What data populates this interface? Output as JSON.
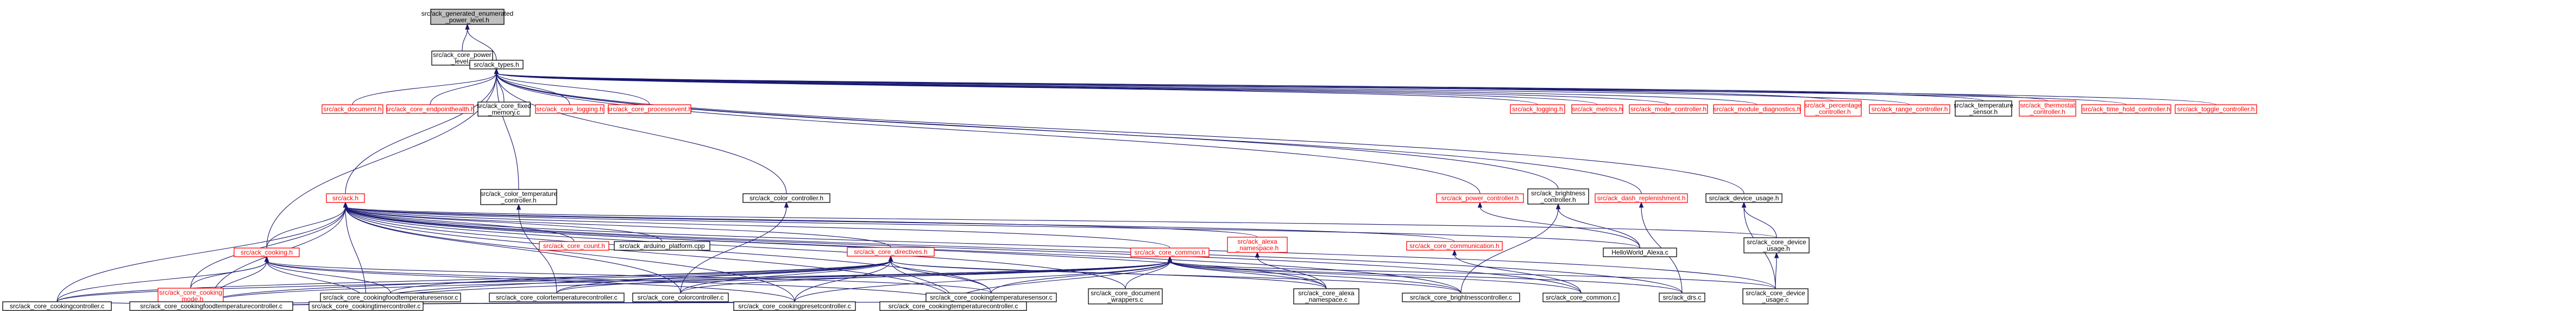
{
  "graph": {
    "nodes": [
      {
        "id": "root",
        "lines": [
          "src/ack_generated_enumerated",
          "_power_level.h"
        ],
        "kind": "root"
      },
      {
        "id": "ack_core_power_level_c",
        "lines": [
          "src/ack_core_power",
          "_level.c"
        ],
        "kind": "plain"
      },
      {
        "id": "ack_types_h",
        "lines": [
          "src/ack_types.h"
        ],
        "kind": "plain"
      },
      {
        "id": "ack_h",
        "lines": [
          "src/ack.h"
        ],
        "kind": "missing"
      },
      {
        "id": "ack_document_h",
        "lines": [
          "src/ack_document.h"
        ],
        "kind": "missing"
      },
      {
        "id": "ack_core_endpointhealth_h",
        "lines": [
          "src/ack_core_endpointhealth.h"
        ],
        "kind": "missing"
      },
      {
        "id": "ack_core_fixed_memory_c",
        "lines": [
          "src/ack_core_fixed",
          "_memory.c"
        ],
        "kind": "plain"
      },
      {
        "id": "ack_core_logging_h",
        "lines": [
          "src/ack_core_logging.h"
        ],
        "kind": "missing"
      },
      {
        "id": "ack_core_processevent_h",
        "lines": [
          "src/ack_core_processevent.h"
        ],
        "kind": "missing"
      },
      {
        "id": "ack_logging_h",
        "lines": [
          "src/ack_logging.h"
        ],
        "kind": "missing"
      },
      {
        "id": "ack_metrics_h",
        "lines": [
          "src/ack_metrics.h"
        ],
        "kind": "missing"
      },
      {
        "id": "ack_mode_controller_h",
        "lines": [
          "src/ack_mode_controller.h"
        ],
        "kind": "missing"
      },
      {
        "id": "ack_module_diagnostics_h",
        "lines": [
          "src/ack_module_diagnostics.h"
        ],
        "kind": "missing"
      },
      {
        "id": "ack_percentage_controller_h",
        "lines": [
          "src/ack_percentage",
          "_controller.h"
        ],
        "kind": "missing"
      },
      {
        "id": "ack_range_controller_h",
        "lines": [
          "src/ack_range_controller.h"
        ],
        "kind": "missing"
      },
      {
        "id": "ack_temperature_sensor_h",
        "lines": [
          "src/ack_temperature",
          "_sensor.h"
        ],
        "kind": "plain"
      },
      {
        "id": "ack_thermostat_controller_h",
        "lines": [
          "src/ack_thermostat",
          "_controller.h"
        ],
        "kind": "missing"
      },
      {
        "id": "ack_time_hold_controller_h",
        "lines": [
          "src/ack_time_hold_controller.h"
        ],
        "kind": "missing"
      },
      {
        "id": "ack_toggle_controller_h",
        "lines": [
          "src/ack_toggle_controller.h"
        ],
        "kind": "missing"
      },
      {
        "id": "ack_color_temperature_controller_h",
        "lines": [
          "src/ack_color_temperature",
          "_controller.h"
        ],
        "kind": "plain"
      },
      {
        "id": "ack_color_controller_h",
        "lines": [
          "src/ack_color_controller.h"
        ],
        "kind": "plain"
      },
      {
        "id": "ack_power_controller_h",
        "lines": [
          "src/ack_power_controller.h"
        ],
        "kind": "missing"
      },
      {
        "id": "ack_brightness_controller_h",
        "lines": [
          "src/ack_brightness",
          "_controller.h"
        ],
        "kind": "plain"
      },
      {
        "id": "ack_dash_replenishment_h",
        "lines": [
          "src/ack_dash_replenishment.h"
        ],
        "kind": "missing"
      },
      {
        "id": "ack_device_usage_h",
        "lines": [
          "src/ack_device_usage.h"
        ],
        "kind": "plain"
      },
      {
        "id": "ack_core_count_h",
        "lines": [
          "src/ack_core_count.h"
        ],
        "kind": "missing"
      },
      {
        "id": "ack_arduino_platform_cpp",
        "lines": [
          "src/ack_arduino_platform.cpp"
        ],
        "kind": "plain"
      },
      {
        "id": "ack_alexa_namespace_h",
        "lines": [
          "src/ack_alexa",
          "_namespace.h"
        ],
        "kind": "missing"
      },
      {
        "id": "ack_core_communication_h",
        "lines": [
          "src/ack_core_communication.h"
        ],
        "kind": "missing"
      },
      {
        "id": "helloworld_alexa_c",
        "lines": [
          "HelloWorld_Alexa.c"
        ],
        "kind": "plain"
      },
      {
        "id": "ack_core_device_usage_h",
        "lines": [
          "src/ack_core_device",
          "_usage.h"
        ],
        "kind": "plain"
      },
      {
        "id": "ack_cooking_h",
        "lines": [
          "src/ack_cooking.h"
        ],
        "kind": "missing"
      },
      {
        "id": "ack_core_directives_h",
        "lines": [
          "src/ack_core_directives.h"
        ],
        "kind": "missing"
      },
      {
        "id": "ack_core_common_h",
        "lines": [
          "src/ack_core_common.h"
        ],
        "kind": "missing"
      },
      {
        "id": "ack_core_cooking_mode_h",
        "lines": [
          "src/ack_core_cooking",
          "_mode.h"
        ],
        "kind": "missing"
      },
      {
        "id": "ack_core_cookingfoodtemperaturesensor_c",
        "lines": [
          "src/ack_core_cookingfoodtemperaturesensor.c"
        ],
        "kind": "plain"
      },
      {
        "id": "ack_core_colortemperaturecontroller_c",
        "lines": [
          "src/ack_core_colortemperaturecontroller.c"
        ],
        "kind": "plain"
      },
      {
        "id": "ack_core_colorcontroller_c",
        "lines": [
          "src/ack_core_colorcontroller.c"
        ],
        "kind": "plain"
      },
      {
        "id": "ack_core_cookingtemperaturesensor_c",
        "lines": [
          "src/ack_core_cookingtemperaturesensor.c"
        ],
        "kind": "plain"
      },
      {
        "id": "ack_core_alexa_namespace_c",
        "lines": [
          "src/ack_core_alexa",
          "_namespace.c"
        ],
        "kind": "plain"
      },
      {
        "id": "ack_core_document_wrappers_c",
        "lines": [
          "src/ack_core_document",
          "_wrappers.c"
        ],
        "kind": "plain"
      },
      {
        "id": "ack_core_brightnesscontroller_c",
        "lines": [
          "src/ack_core_brightnesscontroller.c"
        ],
        "kind": "plain"
      },
      {
        "id": "ack_core_common_c",
        "lines": [
          "src/ack_core_common.c"
        ],
        "kind": "plain"
      },
      {
        "id": "ack_drs_c",
        "lines": [
          "src/ack_drs.c"
        ],
        "kind": "plain"
      },
      {
        "id": "ack_core_device_usage_c",
        "lines": [
          "src/ack_core_device",
          "_usage.c"
        ],
        "kind": "plain"
      },
      {
        "id": "ack_core_cookingcontroller_c",
        "lines": [
          "src/ack_core_cookingcontroller.c"
        ],
        "kind": "plain"
      },
      {
        "id": "ack_core_cookingfoodtemperaturecontroller_c",
        "lines": [
          "src/ack_core_cookingfoodtemperaturecontroller.c"
        ],
        "kind": "plain"
      },
      {
        "id": "ack_core_cookingtimercontroller_c",
        "lines": [
          "src/ack_core_cookingtimercontroller.c"
        ],
        "kind": "plain"
      },
      {
        "id": "ack_core_cookingpresetcontroller_c",
        "lines": [
          "src/ack_core_cookingpresetcontroller.c"
        ],
        "kind": "plain"
      },
      {
        "id": "ack_core_cookingtemperaturecontroller_c",
        "lines": [
          "src/ack_core_cookingtemperaturecontroller.c"
        ],
        "kind": "plain"
      }
    ],
    "edges": [
      [
        "root",
        "ack_core_power_level_c"
      ],
      [
        "root",
        "ack_types_h"
      ],
      [
        "ack_types_h",
        "ack_h"
      ],
      [
        "ack_types_h",
        "ack_document_h"
      ],
      [
        "ack_types_h",
        "ack_core_endpointhealth_h"
      ],
      [
        "ack_types_h",
        "ack_core_fixed_memory_c"
      ],
      [
        "ack_types_h",
        "ack_core_logging_h"
      ],
      [
        "ack_types_h",
        "ack_core_processevent_h"
      ],
      [
        "ack_types_h",
        "ack_logging_h"
      ],
      [
        "ack_types_h",
        "ack_metrics_h"
      ],
      [
        "ack_types_h",
        "ack_mode_controller_h"
      ],
      [
        "ack_types_h",
        "ack_module_diagnostics_h"
      ],
      [
        "ack_types_h",
        "ack_percentage_controller_h"
      ],
      [
        "ack_types_h",
        "ack_range_controller_h"
      ],
      [
        "ack_types_h",
        "ack_temperature_sensor_h"
      ],
      [
        "ack_types_h",
        "ack_thermostat_controller_h"
      ],
      [
        "ack_types_h",
        "ack_time_hold_controller_h"
      ],
      [
        "ack_types_h",
        "ack_toggle_controller_h"
      ],
      [
        "ack_types_h",
        "ack_color_temperature_controller_h"
      ],
      [
        "ack_types_h",
        "ack_color_controller_h"
      ],
      [
        "ack_types_h",
        "ack_power_controller_h"
      ],
      [
        "ack_types_h",
        "ack_brightness_controller_h"
      ],
      [
        "ack_types_h",
        "ack_dash_replenishment_h"
      ],
      [
        "ack_types_h",
        "ack_device_usage_h"
      ],
      [
        "ack_types_h",
        "ack_cooking_h"
      ],
      [
        "ack_h",
        "ack_core_count_h"
      ],
      [
        "ack_h",
        "ack_arduino_platform_cpp"
      ],
      [
        "ack_h",
        "ack_alexa_namespace_h"
      ],
      [
        "ack_h",
        "ack_core_communication_h"
      ],
      [
        "ack_h",
        "helloworld_alexa_c"
      ],
      [
        "ack_h",
        "ack_core_device_usage_h"
      ],
      [
        "ack_h",
        "ack_cooking_h"
      ],
      [
        "ack_h",
        "ack_core_directives_h"
      ],
      [
        "ack_h",
        "ack_core_common_h"
      ],
      [
        "ack_h",
        "ack_core_cooking_mode_h"
      ],
      [
        "ack_h",
        "ack_core_colorcontroller_c"
      ],
      [
        "ack_h",
        "ack_core_cookingtemperaturesensor_c"
      ],
      [
        "ack_h",
        "ack_core_alexa_namespace_c"
      ],
      [
        "ack_h",
        "ack_core_document_wrappers_c"
      ],
      [
        "ack_h",
        "ack_core_brightnesscontroller_c"
      ],
      [
        "ack_h",
        "ack_core_common_c"
      ],
      [
        "ack_h",
        "ack_drs_c"
      ],
      [
        "ack_h",
        "ack_core_device_usage_c"
      ],
      [
        "ack_h",
        "ack_core_cookingcontroller_c"
      ],
      [
        "ack_h",
        "ack_core_cookingfoodtemperaturecontroller_c"
      ],
      [
        "ack_h",
        "ack_core_cookingtimercontroller_c"
      ],
      [
        "ack_h",
        "ack_core_cookingpresetcontroller_c"
      ],
      [
        "ack_h",
        "ack_core_cookingtemperaturecontroller_c"
      ],
      [
        "ack_color_temperature_controller_h",
        "ack_core_colortemperaturecontroller_c"
      ],
      [
        "ack_color_controller_h",
        "ack_core_colorcontroller_c"
      ],
      [
        "ack_power_controller_h",
        "helloworld_alexa_c"
      ],
      [
        "ack_brightness_controller_h",
        "helloworld_alexa_c"
      ],
      [
        "ack_brightness_controller_h",
        "ack_core_brightnesscontroller_c"
      ],
      [
        "ack_dash_replenishment_h",
        "ack_drs_c"
      ],
      [
        "ack_device_usage_h",
        "ack_core_device_usage_h"
      ],
      [
        "ack_device_usage_h",
        "ack_core_device_usage_c"
      ],
      [
        "ack_alexa_namespace_h",
        "ack_core_alexa_namespace_c"
      ],
      [
        "ack_core_communication_h",
        "ack_core_common_c"
      ],
      [
        "ack_core_device_usage_h",
        "ack_core_device_usage_c"
      ],
      [
        "ack_cooking_h",
        "ack_core_cooking_mode_h"
      ],
      [
        "ack_cooking_h",
        "ack_core_cookingfoodtemperaturesensor_c"
      ],
      [
        "ack_cooking_h",
        "ack_core_cookingtemperaturesensor_c"
      ],
      [
        "ack_cooking_h",
        "ack_core_cookingcontroller_c"
      ],
      [
        "ack_cooking_h",
        "ack_core_cookingfoodtemperaturecontroller_c"
      ],
      [
        "ack_cooking_h",
        "ack_core_cookingtimercontroller_c"
      ],
      [
        "ack_cooking_h",
        "ack_core_cookingpresetcontroller_c"
      ],
      [
        "ack_cooking_h",
        "ack_core_cookingtemperaturecontroller_c"
      ],
      [
        "ack_core_directives_h",
        "ack_core_cookingfoodtemperaturesensor_c"
      ],
      [
        "ack_core_directives_h",
        "ack_core_colortemperaturecontroller_c"
      ],
      [
        "ack_core_directives_h",
        "ack_core_colorcontroller_c"
      ],
      [
        "ack_core_directives_h",
        "ack_core_cookingtemperaturesensor_c"
      ],
      [
        "ack_core_directives_h",
        "ack_core_alexa_namespace_c"
      ],
      [
        "ack_core_directives_h",
        "ack_core_brightnesscontroller_c"
      ],
      [
        "ack_core_directives_h",
        "ack_core_cookingcontroller_c"
      ],
      [
        "ack_core_directives_h",
        "ack_core_cookingfoodtemperaturecontroller_c"
      ],
      [
        "ack_core_directives_h",
        "ack_core_cookingtimercontroller_c"
      ],
      [
        "ack_core_directives_h",
        "ack_core_cookingpresetcontroller_c"
      ],
      [
        "ack_core_directives_h",
        "ack_core_cookingtemperaturecontroller_c"
      ],
      [
        "ack_core_common_h",
        "ack_core_colortemperaturecontroller_c"
      ],
      [
        "ack_core_common_h",
        "ack_core_colorcontroller_c"
      ],
      [
        "ack_core_common_h",
        "ack_core_cookingtemperaturesensor_c"
      ],
      [
        "ack_core_common_h",
        "ack_core_alexa_namespace_c"
      ],
      [
        "ack_core_common_h",
        "ack_core_document_wrappers_c"
      ],
      [
        "ack_core_common_h",
        "ack_core_brightnesscontroller_c"
      ],
      [
        "ack_core_common_h",
        "ack_core_common_c"
      ],
      [
        "ack_core_common_h",
        "ack_drs_c"
      ],
      [
        "ack_core_common_h",
        "ack_core_device_usage_c"
      ],
      [
        "ack_core_common_h",
        "ack_core_cookingcontroller_c"
      ],
      [
        "ack_core_common_h",
        "ack_core_cookingfoodtemperaturecontroller_c"
      ],
      [
        "ack_core_common_h",
        "ack_core_cookingtimercontroller_c"
      ],
      [
        "ack_core_common_h",
        "ack_core_cookingpresetcontroller_c"
      ],
      [
        "ack_core_common_h",
        "ack_core_cookingtemperaturecontroller_c"
      ],
      [
        "ack_core_cooking_mode_h",
        "ack_core_cookingcontroller_c"
      ],
      [
        "ack_core_cooking_mode_h",
        "ack_core_cookingfoodtemperaturecontroller_c"
      ],
      [
        "ack_core_cooking_mode_h",
        "ack_core_cookingtimercontroller_c"
      ],
      [
        "ack_core_cooking_mode_h",
        "ack_core_cookingpresetcontroller_c"
      ],
      [
        "ack_core_cooking_mode_h",
        "ack_core_cookingtemperaturecontroller_c"
      ]
    ]
  },
  "colors": {
    "edge": "#191970",
    "root_fill": "#bfbfbf",
    "node_border": "#000000",
    "missing_border": "#ff0000",
    "missing_text": "#ff0000"
  }
}
